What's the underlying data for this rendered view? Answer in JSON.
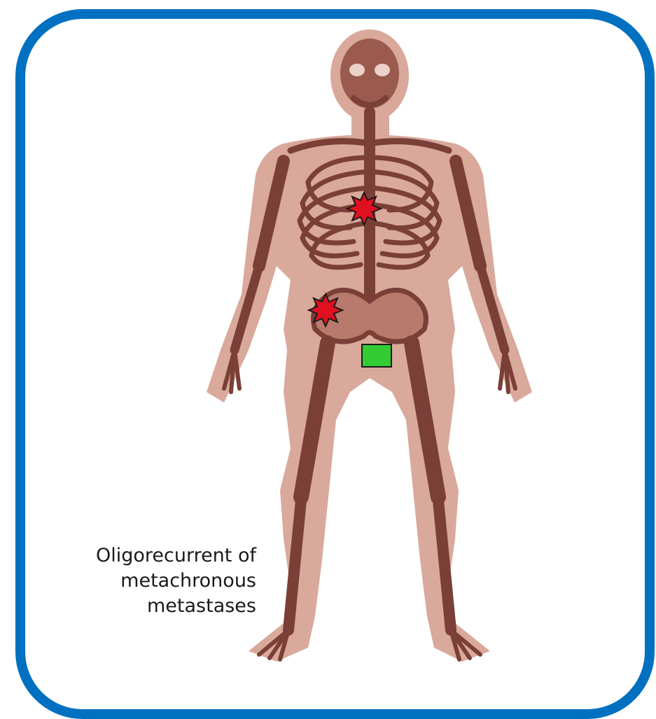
{
  "caption": {
    "lines": [
      "Oligorecurrent of",
      "metachronous",
      "metastases"
    ]
  },
  "colors": {
    "frame_border": "#0070c0",
    "body_skin": "#d7a496",
    "bone": "#7a3f36",
    "lesion_star": "#e01020",
    "primary_marker": "#33cc33",
    "outline": "#1a1a1a"
  },
  "markers": [
    {
      "kind": "metastasis",
      "shape": "star",
      "site": "thoracic spine"
    },
    {
      "kind": "metastasis",
      "shape": "star",
      "site": "right iliac bone"
    },
    {
      "kind": "primary",
      "shape": "square",
      "site": "pelvis"
    }
  ]
}
